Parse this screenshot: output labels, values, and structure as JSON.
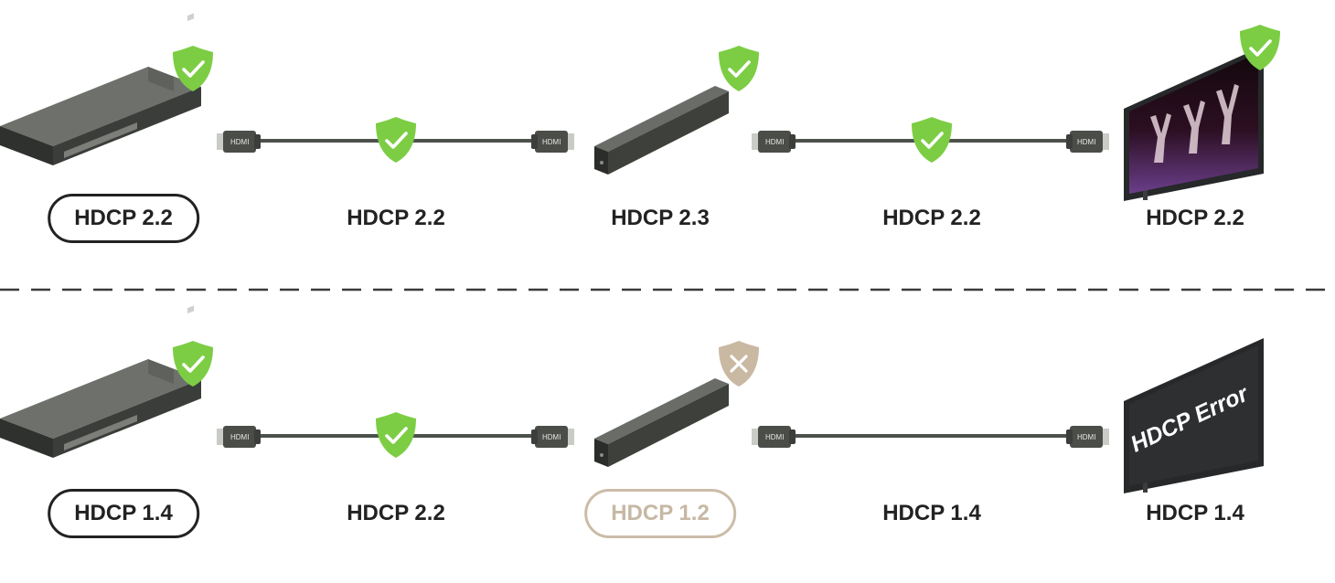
{
  "colors": {
    "ok": "#7ccd44",
    "fail": "#c9b9a3",
    "cable": "#4d514c",
    "device": "#4a4d48",
    "text": "#222222"
  },
  "top_chain": {
    "source_label": "HDCP 2.2",
    "cable1_label": "HDCP 2.2",
    "repeater_label": "HDCP 2.3",
    "cable2_label": "HDCP 2.2",
    "display_label": "HDCP 2.2"
  },
  "bottom_chain": {
    "source_label": "HDCP 1.4",
    "cable1_label": "HDCP 2.2",
    "repeater_label": "HDCP 1.2",
    "cable2_label": "HDCP 1.4",
    "display_label": "HDCP 1.4",
    "display_screen_text": "HDCP Error"
  },
  "cable_connector_text": "HDMI",
  "icons": {
    "ok": "shield-check-icon",
    "fail": "shield-x-icon"
  }
}
